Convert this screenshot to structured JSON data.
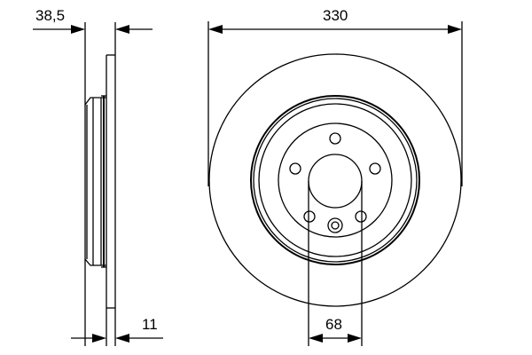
{
  "drawing": {
    "title": "Brake disc technical drawing",
    "colors": {
      "line": "#000000",
      "background": "#ffffff"
    },
    "dimensions": {
      "total_height": "38,5",
      "disc_thickness": "11",
      "outer_diameter": "330",
      "center_bore": "68"
    },
    "views": [
      "side-profile",
      "front-view"
    ],
    "bolt_holes": 5
  }
}
